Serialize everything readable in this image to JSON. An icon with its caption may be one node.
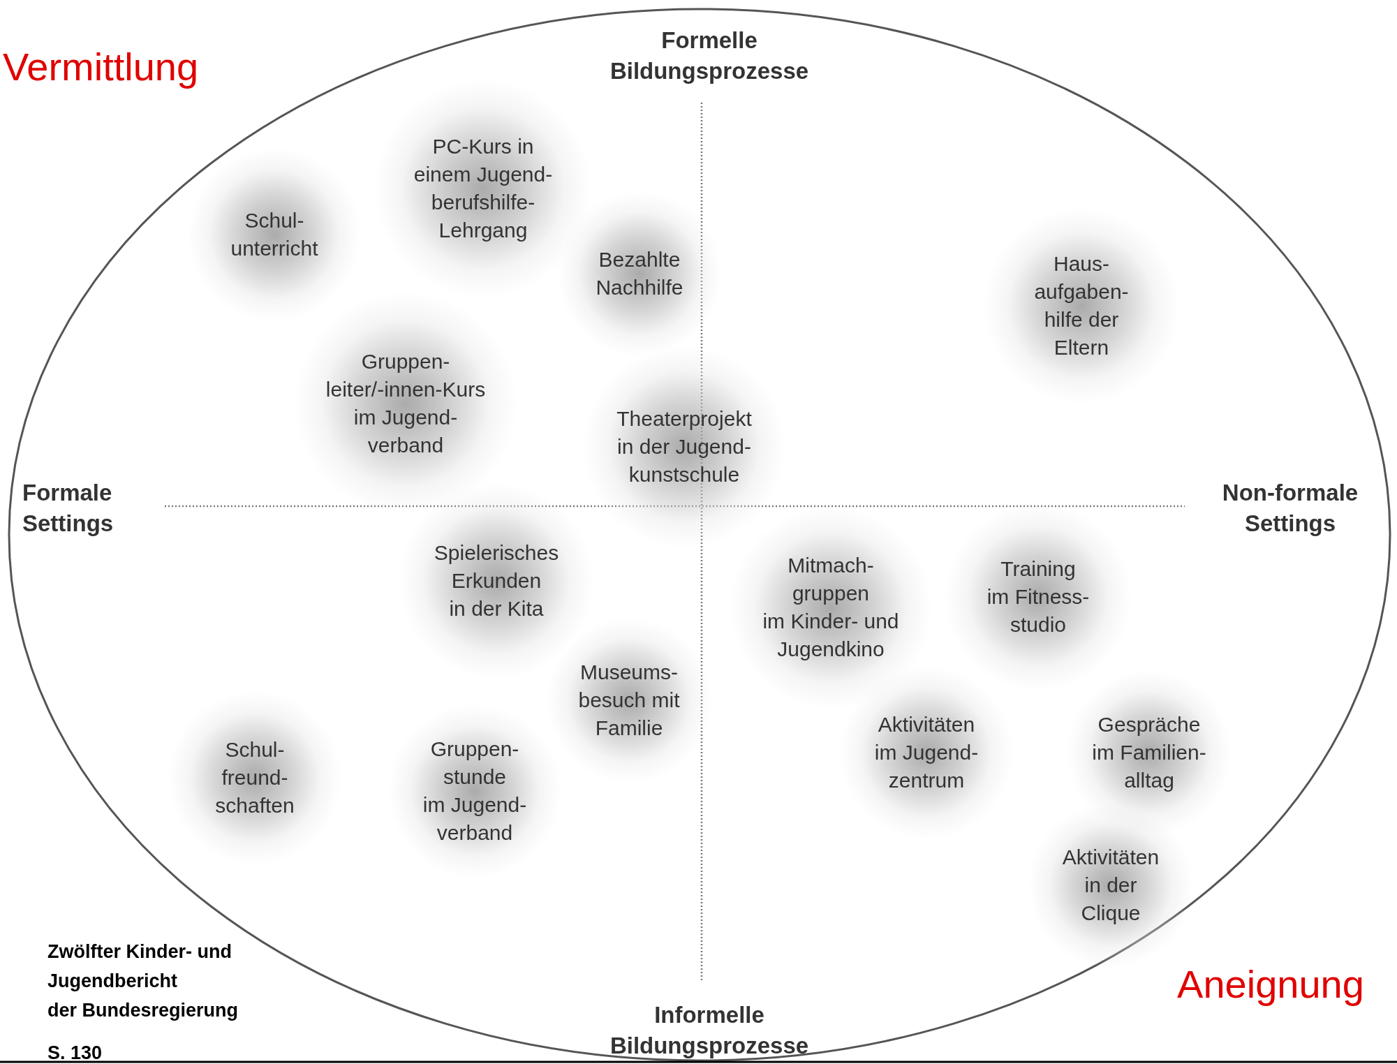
{
  "diagram": {
    "nodes": [
      {
        "text": [
          "Schul- unterricht"
        ]
      },
      {
        "text": [
          "PC-Kurs in einem Jugend- berufshilfe- Lehrgang"
        ]
      },
      {
        "text": [
          "Bezahlte Nachhilfe"
        ]
      },
      {
        "text": [
          "Haus- aufgaben- hilfe der Eltern"
        ]
      },
      {
        "text": [
          "Gruppen- leiter/-innen-Kurs im Jugend- verband"
        ]
      },
      {
        "text": [
          "Theaterprojekt in der Jugend- kunstschule"
        ]
      },
      {
        "text": [
          "Spielerisches Erkunden in der Kita"
        ]
      },
      {
        "text": [
          "Mitmach- gruppen im Kinder- und Jugendkino"
        ]
      },
      {
        "text": [
          "Training im Fitness- studio"
        ]
      },
      {
        "text": [
          "Museums- besuch mit Familie"
        ]
      },
      {
        "text": [
          "Schul- freund- schaften"
        ]
      },
      {
        "text": [
          "Gruppen- stunde im Jugend- verband"
        ]
      },
      {
        "text": [
          "Aktivitäten im Jugend- zentrum"
        ]
      },
      {
        "text": [
          "Gespräche im Familien- alltag"
        ]
      },
      {
        "text": [
          "Aktivitäten in der Clique"
        ]
      }
    ],
    "labels": [
      "Vermittlung",
      "Formelle Bildungsprozesse",
      "Formale Settings",
      "Non-formale Settings",
      "Informelle Bildungsprozesse",
      "Aneignung",
      "Zwölfter Kinder- und Jugendbericht der Bundesregierung",
      "S. 130"
    ]
  }
}
